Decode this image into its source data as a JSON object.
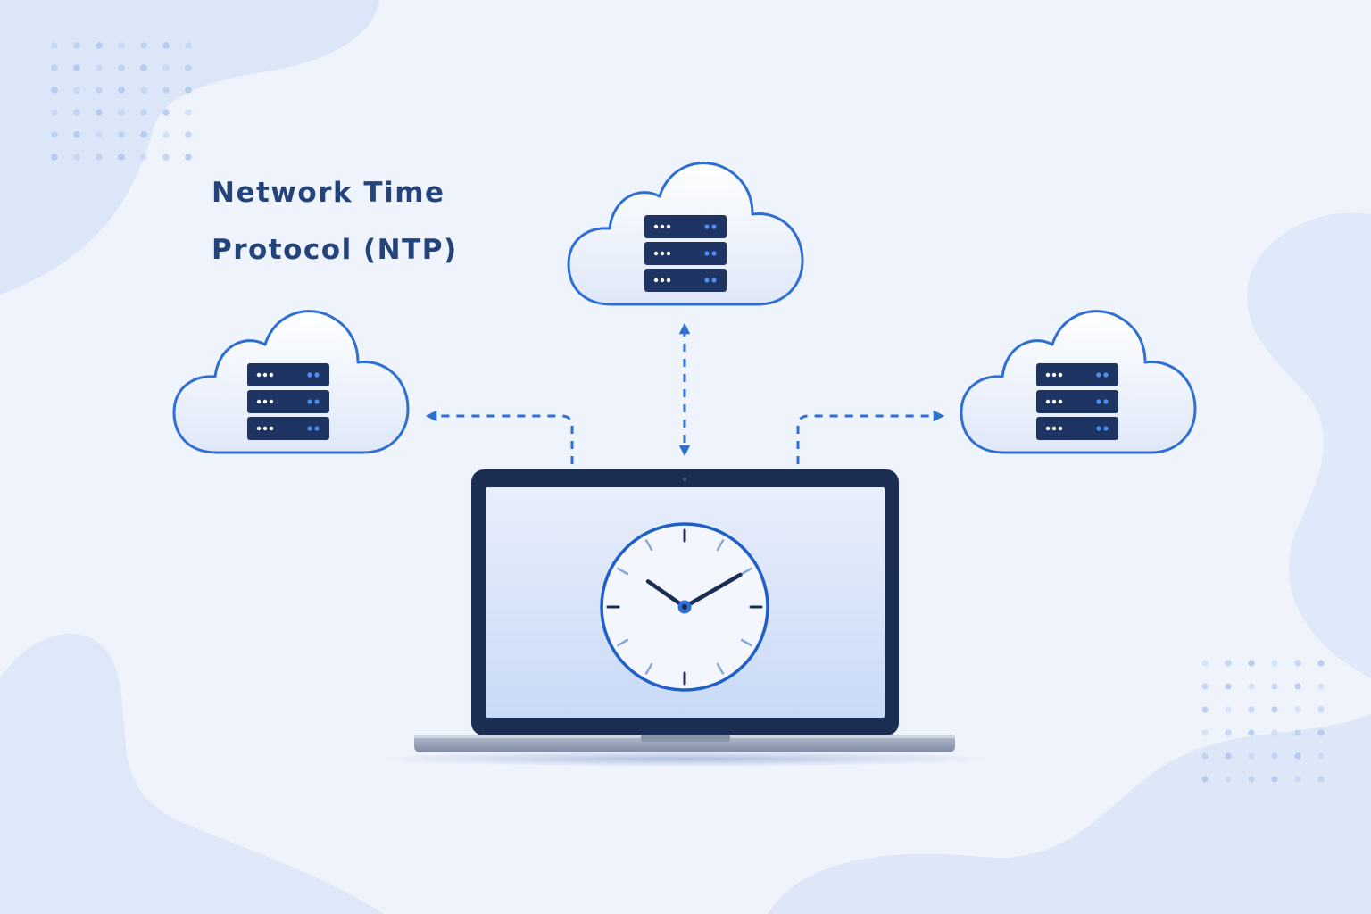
{
  "title": {
    "line1": "Network Time",
    "line2": "Protocol (NTP)"
  },
  "servers": [
    {
      "id": "top",
      "rack_units": 3
    },
    {
      "id": "left",
      "rack_units": 3
    },
    {
      "id": "right",
      "rack_units": 3
    }
  ],
  "connections": [
    {
      "from": "laptop",
      "to": "top",
      "direction": "bidirectional"
    },
    {
      "from": "laptop",
      "to": "left",
      "direction": "one-way"
    },
    {
      "from": "laptop",
      "to": "right",
      "direction": "one-way"
    }
  ],
  "clock": {
    "time": "10:10"
  },
  "colors": {
    "accent": "#2f6fd2",
    "dark_navy": "#1b2d52",
    "title_text": "#24437a",
    "background": "#eef3fc",
    "blob": "#dbe6f8",
    "dots": "#a9c2ee"
  },
  "icons": [
    "cloud-icon",
    "server-rack-icon",
    "laptop-icon",
    "clock-icon",
    "arrow-icon"
  ]
}
